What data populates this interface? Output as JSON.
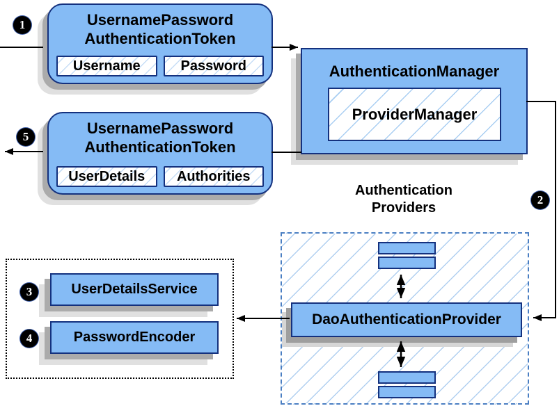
{
  "steps": [
    "1",
    "2",
    "3",
    "4",
    "5"
  ],
  "token_request": {
    "title_line1": "UsernamePassword",
    "title_line2": "AuthenticationToken",
    "fields": [
      "Username",
      "Password"
    ]
  },
  "token_result": {
    "title_line1": "UsernamePassword",
    "title_line2": "AuthenticationToken",
    "fields": [
      "UserDetails",
      "Authorities"
    ]
  },
  "auth_manager": {
    "title": "AuthenticationManager",
    "inner": "ProviderManager"
  },
  "providers_group": {
    "title_line1": "Authentication",
    "title_line2": "Providers",
    "provider": "DaoAuthenticationProvider"
  },
  "services": [
    "UserDetailsService",
    "PasswordEncoder"
  ],
  "colors": {
    "box_fill": "#85BBF5",
    "box_border": "#14317E",
    "hatch_light_blue": "#B0CFF0",
    "dashed_border": "#4A7EC2",
    "shadow_gray": "#ABABAB",
    "connector_black": "#000000",
    "step_badge_bg": "#000000",
    "step_badge_text": "#FFFFFF"
  }
}
